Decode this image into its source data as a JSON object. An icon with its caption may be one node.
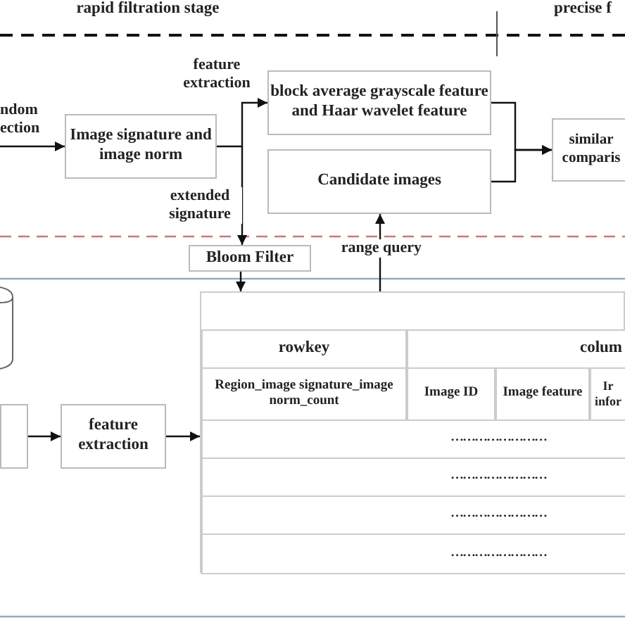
{
  "diagram": {
    "nodes": [
      {
        "text": [
          "Image signature and image norm"
        ]
      },
      {
        "text": [
          "block average grayscale feature and Haar wavelet feature"
        ]
      },
      {
        "text": [
          "Candidate images"
        ]
      },
      {
        "text": [
          "similar comparis"
        ]
      },
      {
        "text": [
          "Bloom Filter"
        ]
      },
      {
        "text": [],
        "shape": "box"
      },
      {
        "text": [],
        "shape": "cylinder"
      },
      {
        "text": [],
        "shape": "box"
      },
      {
        "text": [
          "feature extraction"
        ]
      }
    ],
    "edges": [
      {
        "from": null,
        "to": 0,
        "arrow": "to",
        "label": "ndom ection"
      },
      {
        "from": 0,
        "to": 1,
        "arrow": "to",
        "label": "feature extraction"
      },
      {
        "from": 0,
        "to": 4,
        "arrow": "to",
        "label": "extended signature"
      },
      {
        "from": 1,
        "to": 3,
        "arrow": "to"
      },
      {
        "from": 2,
        "to": 3,
        "arrow": "to"
      },
      {
        "from": 5,
        "to": 2,
        "arrow": "to",
        "label": "range query"
      },
      {
        "from": 4,
        "to": 5,
        "arrow": "to"
      },
      {
        "from": 7,
        "to": 8,
        "arrow": "to"
      },
      {
        "from": 8,
        "to": 5,
        "arrow": "to"
      }
    ],
    "labels": [
      "rapid filtration stage",
      "precise f",
      "rowkey",
      "colum",
      "Region_image signature_image norm_count",
      "Image ID",
      "Image feature",
      "Ir infor",
      "……………………",
      "……………………",
      "……………………",
      "……………………"
    ]
  }
}
